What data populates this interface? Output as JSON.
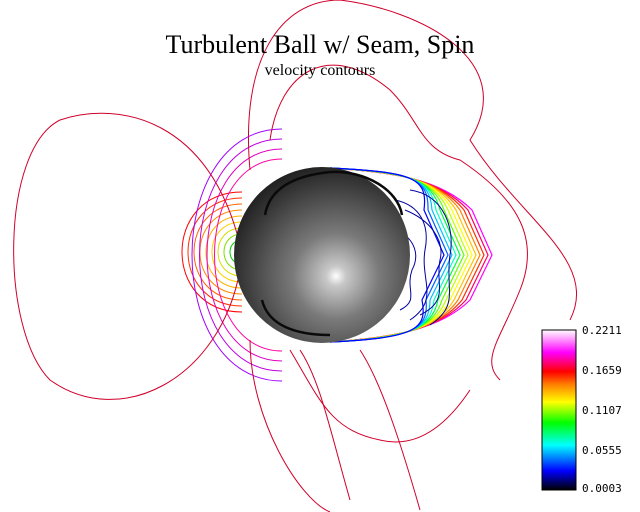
{
  "figure": {
    "title": "Turbulent Ball w/ Seam, Spin",
    "subtitle": "velocity contours"
  },
  "colorbar": {
    "ticks": [
      "0.2211",
      "0.1659",
      "0.1107",
      "0.0555",
      "0.0003"
    ],
    "min": 0.0003,
    "max": 0.2211,
    "colormap": [
      "#000000",
      "#0000ff",
      "#00ffff",
      "#00ff00",
      "#ffff00",
      "#ff7f00",
      "#ff0000",
      "#ff00ff",
      "#ffffff"
    ]
  },
  "colors": {
    "outer_contour": "#d0002a",
    "ball_dark": "#1a1a1a",
    "ball_light": "#f4f4f4"
  }
}
